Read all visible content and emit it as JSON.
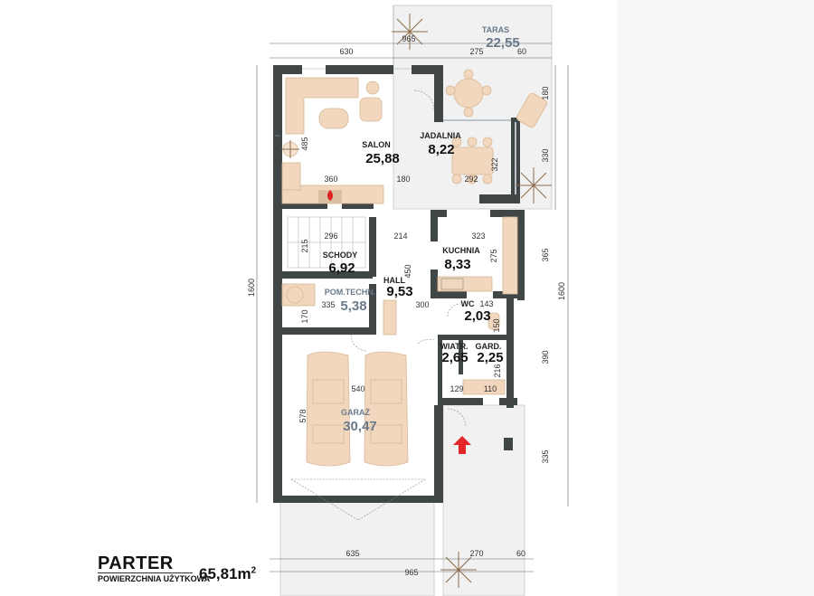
{
  "legend": {
    "title": "PARTER",
    "subtitle": "POWIERZCHNIA UŻYTKOWA",
    "area_value": "65,81m",
    "area_unit_sup": "2"
  },
  "rooms": {
    "taras": {
      "name": "TARAS",
      "area": "22,55"
    },
    "salon": {
      "name": "SALON",
      "area": "25,88"
    },
    "jadalnia": {
      "name": "JADALNIA",
      "area": "8,22"
    },
    "schody": {
      "name": "SCHODY",
      "area": "6,92"
    },
    "kuchnia": {
      "name": "KUCHNIA",
      "area": "8,33"
    },
    "hall": {
      "name": "HALL",
      "area": "9,53"
    },
    "pom_techn": {
      "name": "POM.TECHN.",
      "area": "5,38"
    },
    "wc": {
      "name": "WC",
      "area": "2,03"
    },
    "wiatr": {
      "name": "WIATR.",
      "area": "2,65"
    },
    "gard": {
      "name": "GARD.",
      "area": "2,25"
    },
    "garaz": {
      "name": "GARAŻ",
      "area": "30,47"
    }
  },
  "dims": {
    "top_630": "630",
    "top_965": "965",
    "top_275": "275",
    "top_60": "60",
    "right_180": "180",
    "right_330": "330",
    "right_365": "365",
    "right_1600": "1600",
    "right_390": "390",
    "right_335": "335",
    "left_1600": "1600",
    "bot_635": "635",
    "bot_965": "965",
    "bot_270": "270",
    "bot_60": "60",
    "salon_485": "485",
    "salon_360": "360",
    "salon_180": "180",
    "jad_322": "322",
    "jad_292": "292",
    "sch_296": "296",
    "sch_215": "215",
    "sch_214": "214",
    "kuch_323": "323",
    "kuch_275": "275",
    "hall_450": "450",
    "hall_300": "300",
    "tech_335": "335",
    "tech_170": "170",
    "wc_143": "143",
    "wc_150": "150",
    "gard_216": "216",
    "gard_110": "110",
    "wiatr_129": "129",
    "garaz_540": "540",
    "garaz_578": "578"
  },
  "colors": {
    "wall": "#404546",
    "furniture": "#f0d7bd",
    "entry_arrow": "#e3262a",
    "gray_label": "#6a7a8a"
  },
  "icons": {
    "entry": "red-up-arrow-icon",
    "fireplace": "fireplace-icon"
  }
}
